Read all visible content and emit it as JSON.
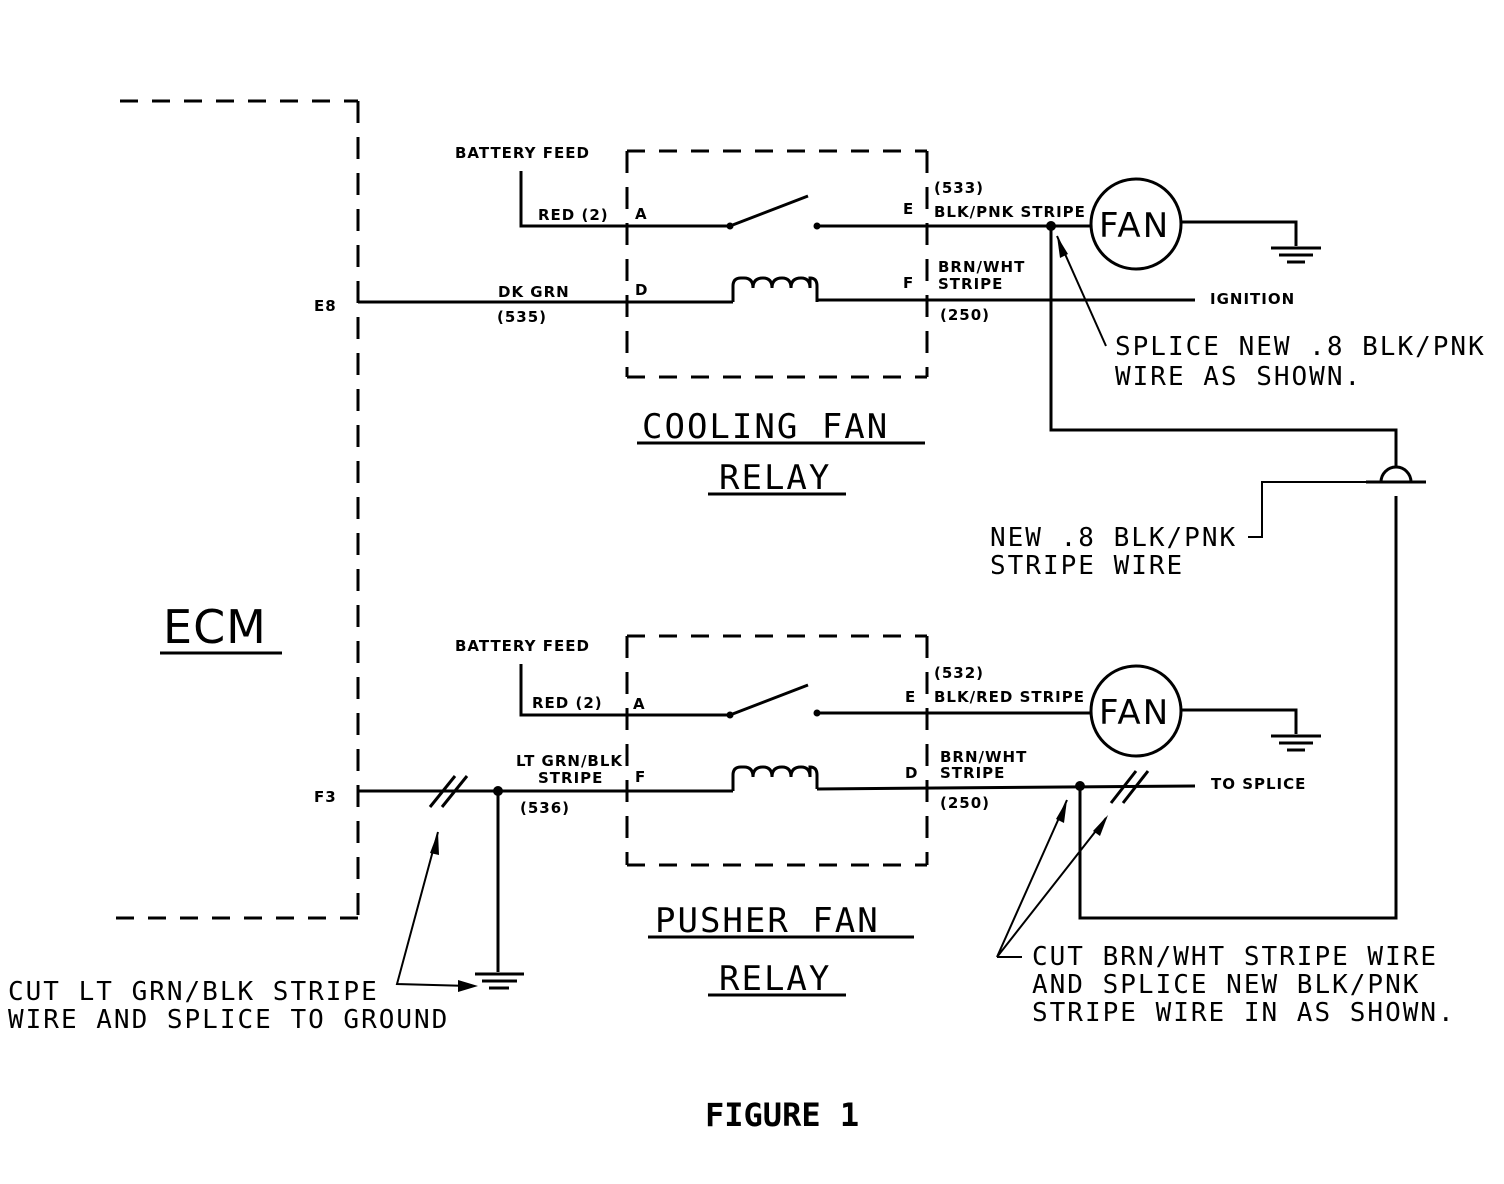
{
  "ecm": {
    "label": "ECM",
    "pin_top": "E8",
    "pin_bottom": "F3"
  },
  "cooling_relay": {
    "title_line1": "COOLING FAN",
    "title_line2": "RELAY",
    "battery_feed": "BATTERY FEED",
    "wire_red": "RED (2)",
    "pin_a": "A",
    "pin_e": "E",
    "pin_d": "D",
    "pin_f": "F",
    "circuit_out": "(533)",
    "wire_out": "BLK/PNK STRIPE",
    "wire_in": "DK GRN",
    "circuit_in": "(535)",
    "wire_ign_1": "BRN/WHT",
    "wire_ign_2": "STRIPE",
    "circuit_ign": "(250)",
    "ignition": "IGNITION",
    "fan": "FAN"
  },
  "pusher_relay": {
    "title_line1": "PUSHER FAN",
    "title_line2": "RELAY",
    "battery_feed": "BATTERY FEED",
    "wire_red": "RED (2)",
    "pin_a": "A",
    "pin_e": "E",
    "pin_f": "F",
    "pin_d": "D",
    "circuit_out": "(532)",
    "wire_out": "BLK/RED STRIPE",
    "wire_in_1": "LT GRN/BLK",
    "wire_in_2": "STRIPE",
    "circuit_in": "(536)",
    "wire_ign_1": "BRN/WHT",
    "wire_ign_2": "STRIPE",
    "circuit_ign": "(250)",
    "to_splice": "TO SPLICE",
    "fan": "FAN"
  },
  "notes": {
    "splice_line1": "SPLICE NEW .8 BLK/PNK",
    "splice_line2": "WIRE AS SHOWN.",
    "new_wire_line1": "NEW .8 BLK/PNK",
    "new_wire_line2": "STRIPE WIRE",
    "cut_ground_line1": "CUT LT GRN/BLK STRIPE",
    "cut_ground_line2": "WIRE AND SPLICE TO GROUND",
    "cut_brn_line1": "CUT BRN/WHT STRIPE WIRE",
    "cut_brn_line2": "AND SPLICE NEW BLK/PNK",
    "cut_brn_line3": "STRIPE WIRE IN AS SHOWN."
  },
  "figure_caption": "FIGURE 1"
}
